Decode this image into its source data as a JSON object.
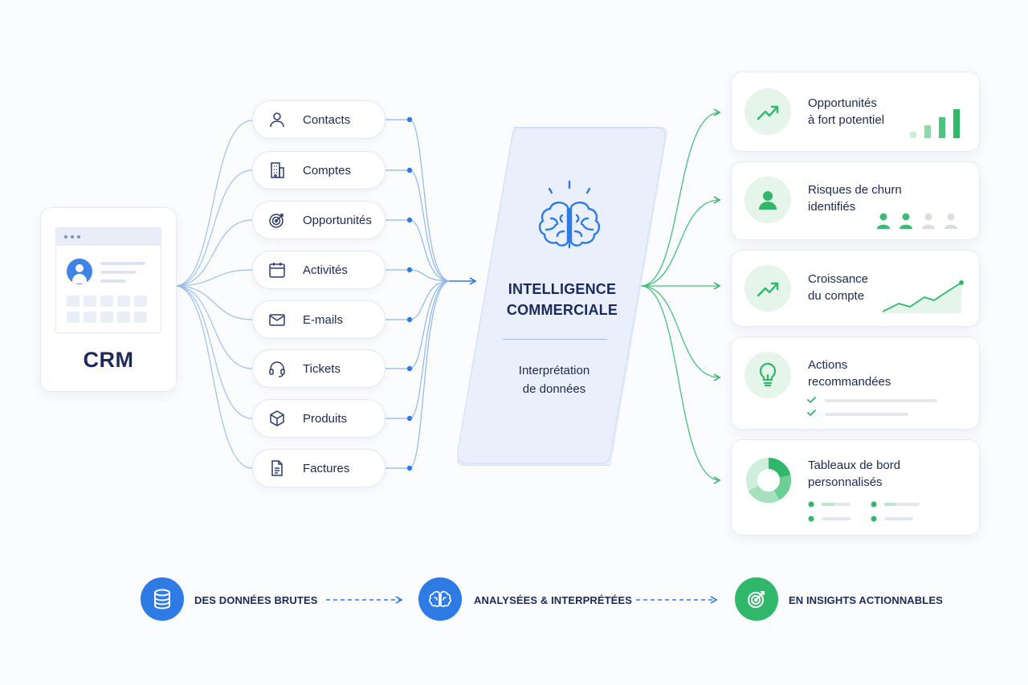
{
  "crm": {
    "title": "CRM"
  },
  "sources": [
    {
      "label": "Contacts",
      "icon": "person-icon"
    },
    {
      "label": "Comptes",
      "icon": "building-icon"
    },
    {
      "label": "Opportunités",
      "icon": "target-icon"
    },
    {
      "label": "Activités",
      "icon": "calendar-icon"
    },
    {
      "label": "E-mails",
      "icon": "envelope-icon"
    },
    {
      "label": "Tickets",
      "icon": "headset-icon"
    },
    {
      "label": "Produits",
      "icon": "box-icon"
    },
    {
      "label": "Factures",
      "icon": "invoice-icon"
    }
  ],
  "center": {
    "title_line1": "INTELLIGENCE",
    "title_line2": "COMMERCIALE",
    "subtitle_line1": "Interprétation",
    "subtitle_line2": "de données",
    "icon": "brain-icon"
  },
  "outputs": [
    {
      "line1": "Opportunités",
      "line2": "à fort potentiel",
      "icon": "trend-up-icon",
      "visual": "bar-chart"
    },
    {
      "line1": "Risques de churn",
      "line2": "identifiés",
      "icon": "person-icon",
      "visual": "people-row",
      "highlighted_people": 2,
      "total_people": 4
    },
    {
      "line1": "Croissance",
      "line2": "du compte",
      "icon": "trend-up-icon",
      "visual": "area-line"
    },
    {
      "line1": "Actions",
      "line2": "recommandées",
      "icon": "lightbulb-icon",
      "visual": "checklist"
    },
    {
      "line1": "Tableaux de bord",
      "line2": "personnalisés",
      "icon": "donut-icon",
      "visual": "donut-legend"
    }
  ],
  "flow": [
    {
      "label": "DES DONNÉES BRUTES",
      "icon": "database-icon",
      "color": "#2f7be6"
    },
    {
      "label": "ANALYSÉES & INTERPRÉTÉES",
      "icon": "brain-icon",
      "color": "#2f7be6"
    },
    {
      "label": "EN INSIGHTS ACTIONNABLES",
      "icon": "target-icon",
      "color": "#2fb86a"
    }
  ],
  "colors": {
    "blue_accent": "#2f7be6",
    "green_accent": "#2fb86a",
    "navy_text": "#1a2a5e",
    "center_panel": "#e9f0fc"
  }
}
